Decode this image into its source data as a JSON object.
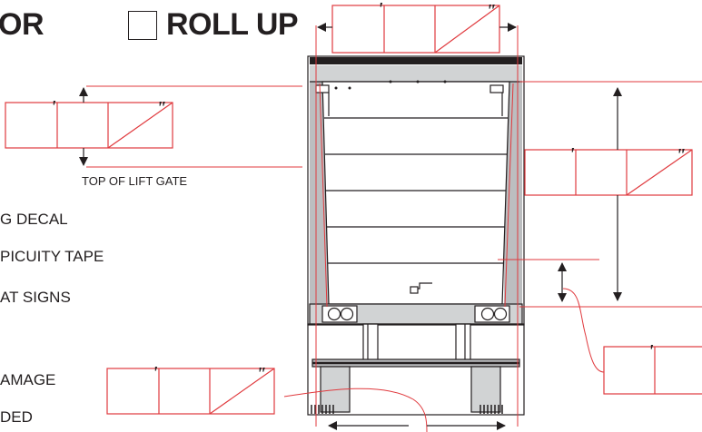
{
  "header": {
    "left_title_fragment": "OR",
    "roll_up_label": "ROLL UP"
  },
  "annotations": {
    "top_of_lift_gate": "TOP OF LIFT GATE"
  },
  "checklist": [
    {
      "text": "G DECAL"
    },
    {
      "text": "PICUITY TAPE"
    },
    {
      "text": "AT SIGNS"
    },
    {
      "text": "AMAGE"
    },
    {
      "text": "DED"
    }
  ],
  "measurement_boxes": {
    "feet_mark": "'",
    "inches_mark": "\""
  },
  "colors": {
    "line_red": "#e03a3e",
    "ink": "#231f20"
  }
}
